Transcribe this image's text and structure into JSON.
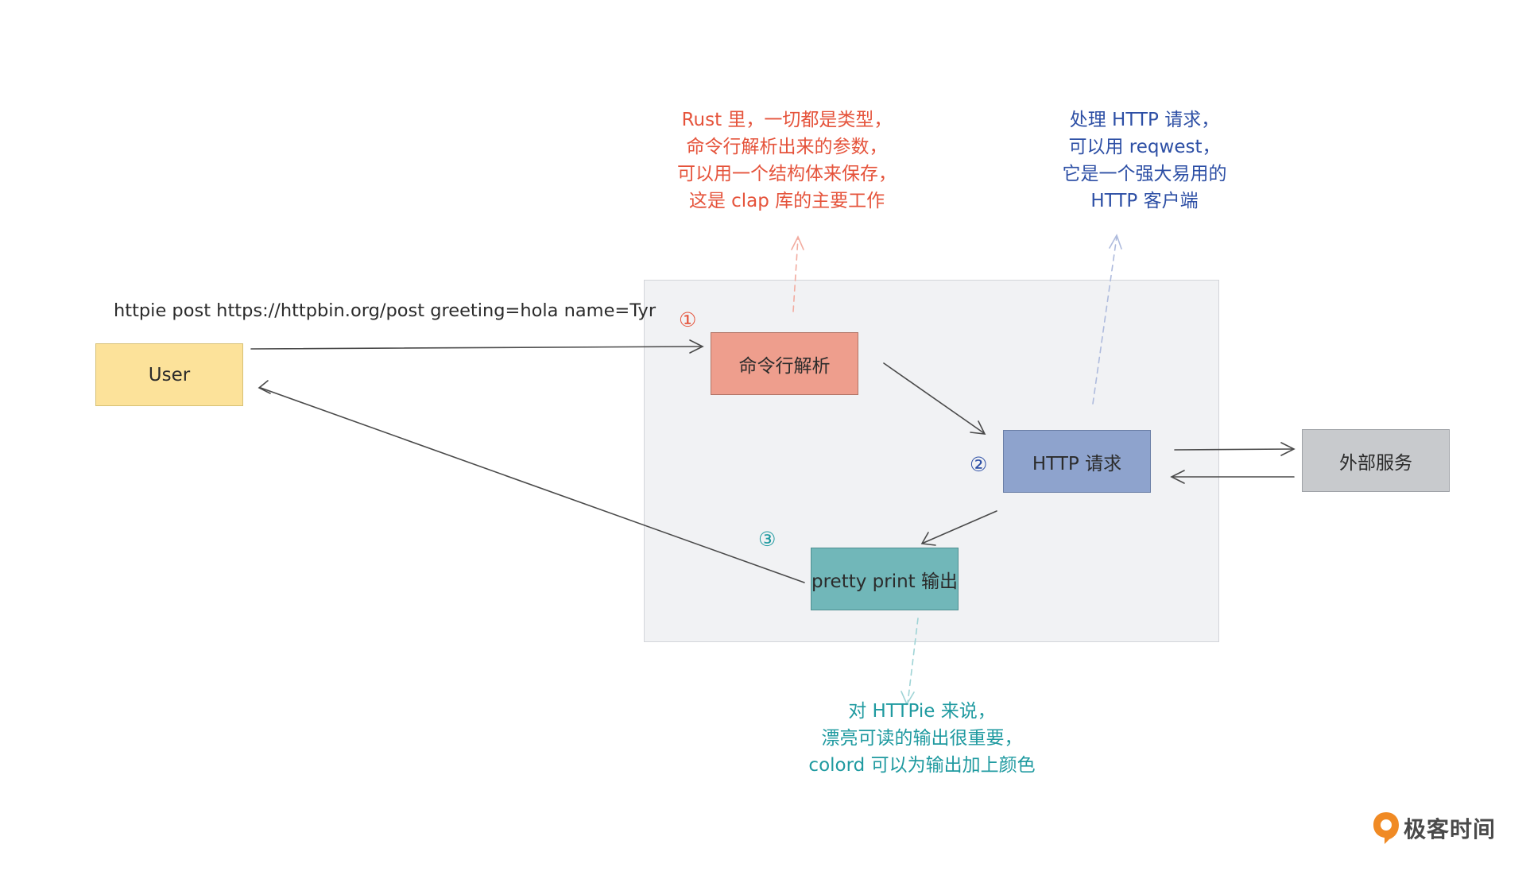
{
  "nodes": {
    "user": "User",
    "cli_parse": "命令行解析",
    "http_request": "HTTP 请求",
    "external_service": "外部服务",
    "pretty_print": "pretty print 输出"
  },
  "command": "httpie post https://httpbin.org/post greeting=hola name=Tyr",
  "steps": {
    "one": "①",
    "two": "②",
    "three": "③"
  },
  "notes": {
    "cli": "Rust 里，一切都是类型，\n命令行解析出来的参数，\n可以用一个结构体来保存，\n这是 clap 库的主要工作",
    "http": "处理 HTTP 请求，\n可以用 reqwest，\n它是一个强大易用的\nHTTP 客户端",
    "output": "对 HTTPie 来说，\n漂亮可读的输出很重要，\ncolord 可以为输出加上颜色"
  },
  "logo": {
    "text": "极客时间",
    "icon": "geektime-logo-icon",
    "color": "#f08a24"
  },
  "colors": {
    "note_red": "#e5533b",
    "note_blue": "#2d4fa5",
    "note_teal": "#1f9aa0",
    "user_fill": "#fce29a",
    "cli_fill": "#ee9e8d",
    "http_fill": "#8ea3cd",
    "external_fill": "#c8cacd",
    "output_fill": "#71b7b9"
  }
}
